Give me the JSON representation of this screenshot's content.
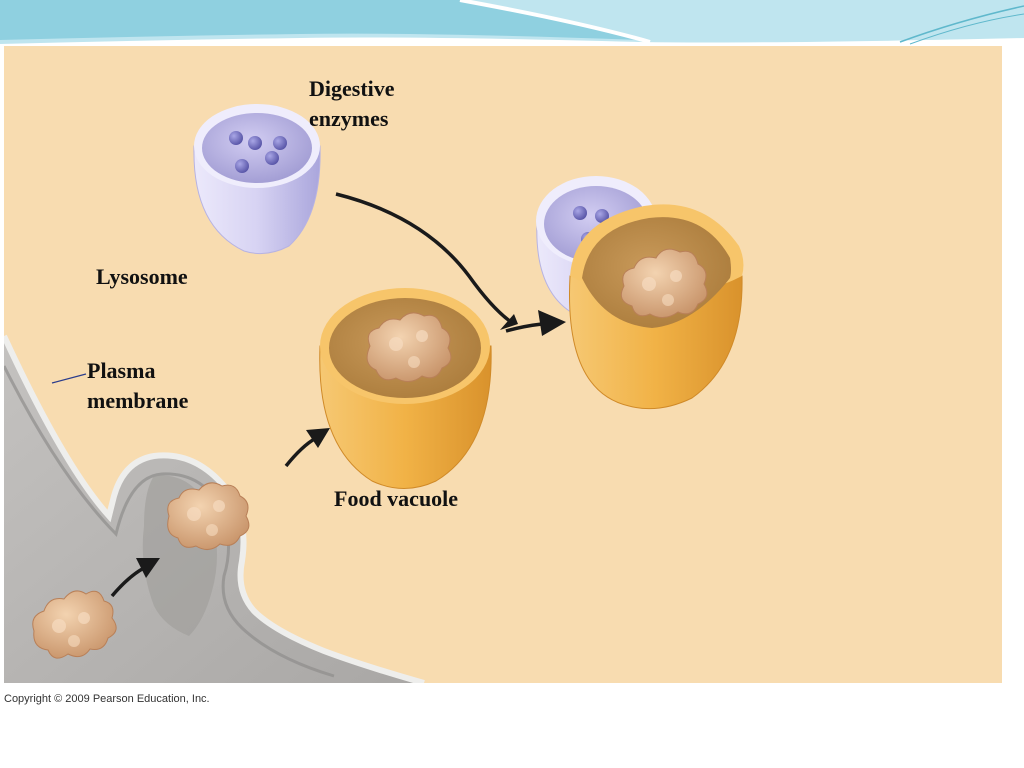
{
  "labels": {
    "digestive_enzymes_line1": "Digestive",
    "digestive_enzymes_line2": "enzymes",
    "lysosome": "Lysosome",
    "plasma_membrane_line1": "Plasma",
    "plasma_membrane_line2": "membrane",
    "food_vacuole": "Food vacuole"
  },
  "copyright": "Copyright © 2009 Pearson Education, Inc.",
  "colors": {
    "panel_background": "#f8dcb0",
    "header_accent": "#7ec8d8",
    "lysosome": "#c9c6ee",
    "vacuole": "#f2b448",
    "membrane": "#b4b2b0",
    "food": "#d9ab80",
    "enzyme": "#6d6ab8",
    "arrow": "#1a1a1a"
  }
}
